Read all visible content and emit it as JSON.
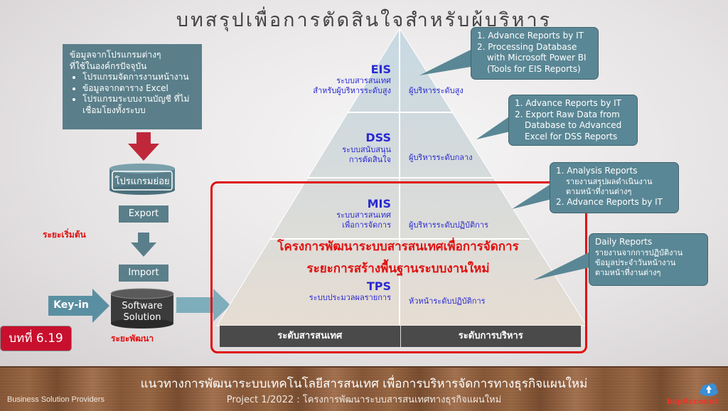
{
  "title": "บทสรุปเพื่อการตัดสินใจสำหรับผู้บริหาร",
  "source_box": {
    "heading_line1": "ข้อมูลจากโปรแกรมต่างๆ",
    "heading_line2": "ที่ใช้ในองค์กรปัจจุบัน",
    "items": [
      "โปรแกรมจัดการงานหน้างาน",
      "ข้อมูลจากตาราง Excel",
      "โปรแกรมระบบงานบัญชี ที่ไม่เชื่อมโยงทั้งระบบ"
    ]
  },
  "flow": {
    "db_label": "โปรแกรมย่อย",
    "export_label": "Export",
    "import_label": "Import",
    "keyin_label": "Key-in",
    "software_line1": "Software",
    "software_line2": "Solution",
    "phase_start": "ระยะเริ่มต้น",
    "phase_develop": "ระยะพัฒนา"
  },
  "chapter_badge": "บทที่ 6.19",
  "pyramid": {
    "levels": [
      {
        "code": "EIS",
        "desc1": "ระบบสารสนเทศ",
        "desc2": "สำหรับผู้บริหารระดับสูง",
        "role": "ผู้บริหารระดับสูง"
      },
      {
        "code": "DSS",
        "desc1": "ระบบสนับสนุน",
        "desc2": "การตัดสินใจ",
        "role": "ผู้บริหารระดับกลาง"
      },
      {
        "code": "MIS",
        "desc1": "ระบบสารสนเทศ",
        "desc2": "เพื่อการจัดการ",
        "role": "ผู้บริหารระดับปฏิบัติการ"
      },
      {
        "code": "TPS",
        "desc1": "ระบบประมวลผลรายการ",
        "desc2": "",
        "role": "หัวหน้าระดับปฏิบัติการ"
      }
    ],
    "base_left": "ระดับสารสนเทศ",
    "base_right": "ระดับการบริหาร",
    "project_line1": "โครงการพัฒนาระบบสารสนเทศเพื่อการจัดการ",
    "project_line2": "ระยะการสร้างพื้นฐานระบบงานใหม่"
  },
  "callouts": {
    "eis": [
      "1. Advance Reports by IT",
      "2. Processing Database",
      "with Microsoft Power BI",
      "(Tools for EIS Reports)"
    ],
    "dss": [
      "1. Advance Reports by IT",
      "2. Export Raw Data from",
      "Database to Advanced",
      "Excel for DSS Reports"
    ],
    "mis": [
      "1. Analysis Reports",
      "รายงานสรุปผลดำเนินงาน",
      "ตามหน้าที่งานต่างๆ",
      "2. Advance Reports by IT"
    ],
    "tps": [
      "Daily Reports",
      "รายงานจากการปฏิบัติงาน",
      "ข้อมูลประจำวันหน้างาน",
      "ตามหน้าที่งานต่างๆ"
    ]
  },
  "footer": {
    "main": "แนวทางการพัฒนาระบบเทคโนโลยีสารสนเทศ เพื่อการบริหารจัดการทางธุรกิจแผนใหม่",
    "sub": "Project 1/2022 : โครงการพัฒนาระบบสารสนเทศทางธุรกิจแผนใหม่",
    "company": "Business Solution Providers",
    "logo_text": "bspAccount"
  },
  "colors": {
    "accent_red": "#e01010",
    "teal": "#5a7f8a",
    "arrow_red": "#c0283a",
    "text_blue": "#2a2ad0"
  }
}
